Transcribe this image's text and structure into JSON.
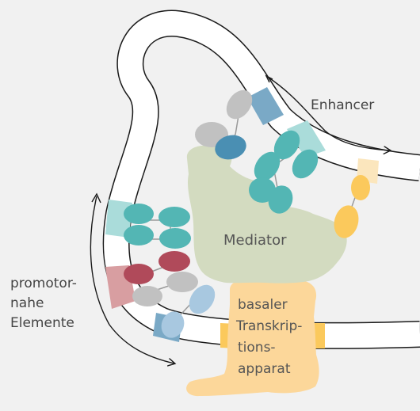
{
  "labels": {
    "enhancer": "Enhancer",
    "mediator": "Mediator",
    "promoter": [
      "promotor-",
      "nahe",
      "Elemente"
    ],
    "basal": [
      "basaler",
      "Transkrip-",
      "tions-",
      "apparat"
    ]
  },
  "colors": {
    "background": "#f1f1f1",
    "dna_outline": "#1a1a1a",
    "dna_fill": "#ffffff",
    "mediator": "#d3dbc0",
    "basal_apparatus": "#fcd79a",
    "teal": "#53b6b4",
    "light_teal": "#aadcda",
    "steel_blue": "#7aa9c6",
    "dark_blue": "#4a8fb3",
    "light_blue": "#a8c8e0",
    "red": "#b04a5a",
    "pink": "#d89ea1",
    "gray": "#c1c1c1",
    "yellow": "#fbc95c",
    "light_yellow": "#fbe6bd"
  }
}
